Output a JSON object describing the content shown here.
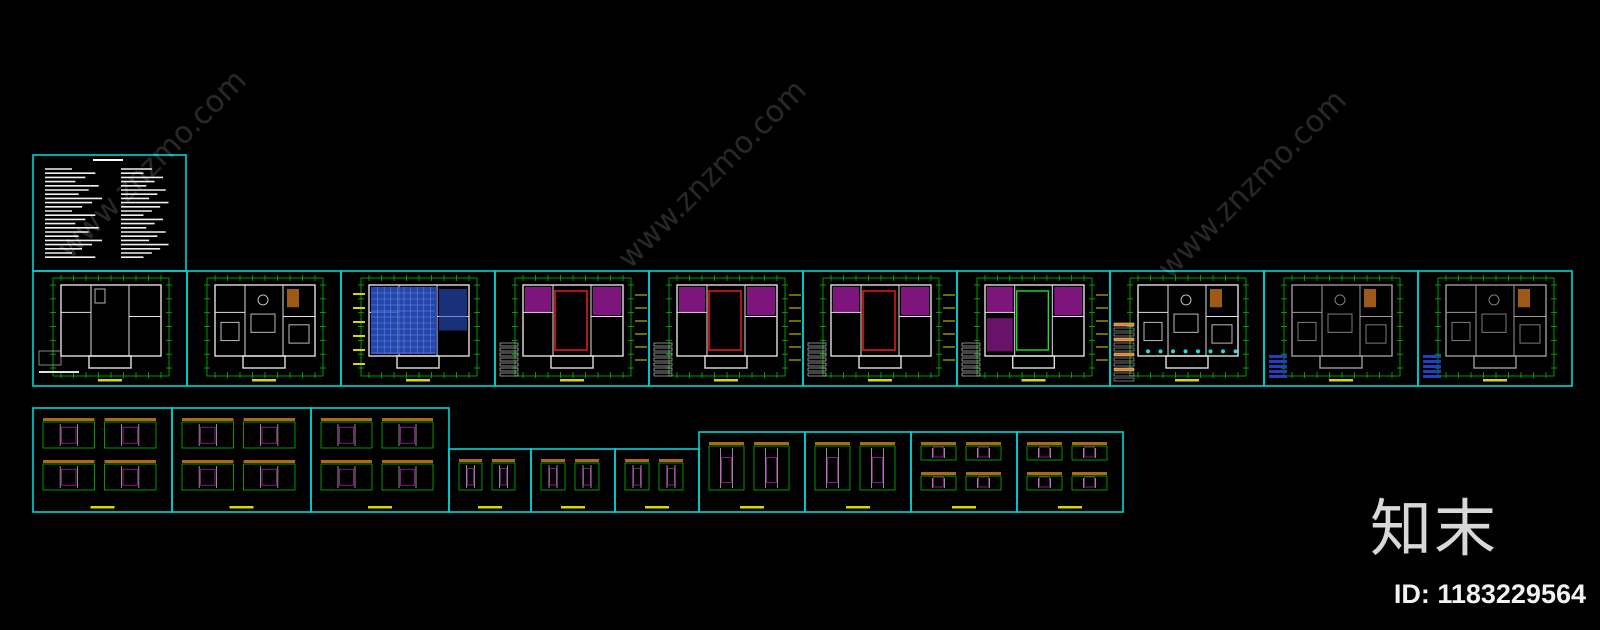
{
  "colors": {
    "background": "#000000",
    "frame": "#00d4d4",
    "dimension_lines": "#00c000",
    "walls": "#e0e0e0",
    "ceiling_grid": "#2a52c8",
    "zones": "#c020c0",
    "highlight": "#e01818",
    "title_bar": "#d8d800",
    "accent_orange": "#e08020"
  },
  "rows": [
    {
      "name": "cover",
      "sheets": [
        {
          "kind": "notes"
        }
      ]
    },
    {
      "name": "plans",
      "sheets": [
        {
          "kind": "plan",
          "style": "original"
        },
        {
          "kind": "plan",
          "style": "furniture"
        },
        {
          "kind": "plan",
          "style": "ceiling"
        },
        {
          "kind": "plan",
          "style": "zone-red"
        },
        {
          "kind": "plan",
          "style": "zone-red"
        },
        {
          "kind": "plan",
          "style": "zone-red"
        },
        {
          "kind": "plan",
          "style": "zone-green"
        },
        {
          "kind": "plan",
          "style": "electrical"
        },
        {
          "kind": "plan",
          "style": "furniture-grey"
        },
        {
          "kind": "plan",
          "style": "furniture-grey"
        }
      ]
    },
    {
      "name": "elevations",
      "sheets": [
        {
          "kind": "elevations",
          "panels": 4
        },
        {
          "kind": "elevations",
          "panels": 4
        },
        {
          "kind": "elevations",
          "panels": 4
        },
        {
          "kind": "elevations",
          "panels": 2
        },
        {
          "kind": "elevations",
          "panels": 2
        },
        {
          "kind": "elevations",
          "panels": 2
        },
        {
          "kind": "elevations",
          "panels": 2
        },
        {
          "kind": "elevations",
          "panels": 2
        },
        {
          "kind": "elevations",
          "panels": 4
        },
        {
          "kind": "elevations",
          "panels": 4
        }
      ]
    }
  ],
  "watermark": {
    "diagonal_text": "www.znzmo.com",
    "logo_text": "知末",
    "id_text": "ID: 1183229564"
  }
}
